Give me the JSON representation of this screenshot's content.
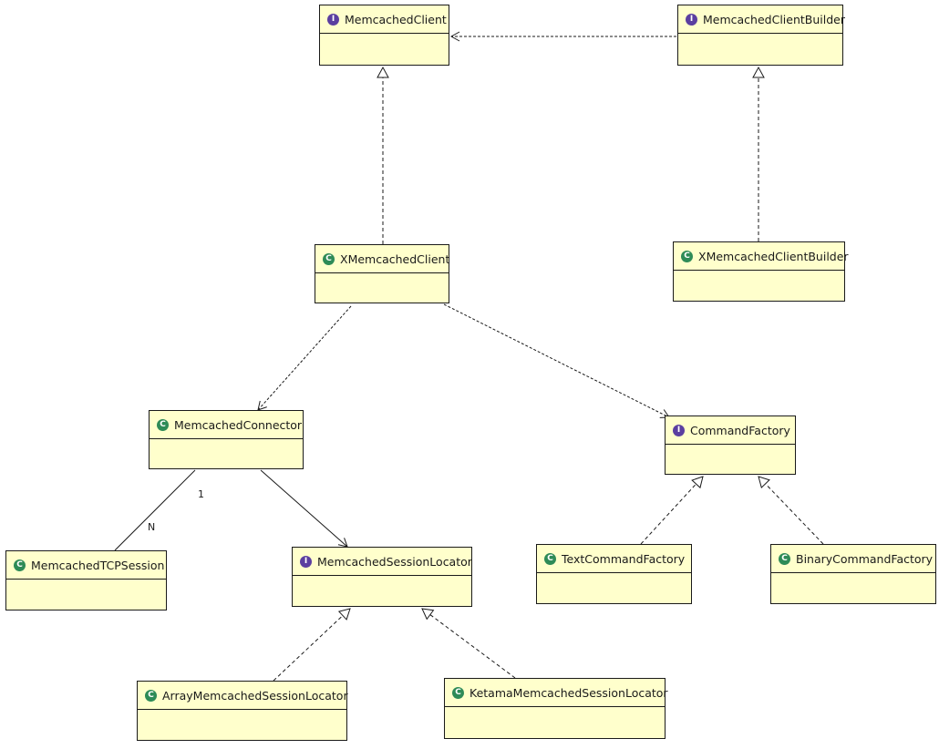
{
  "badges": {
    "interface": "I",
    "class": "C"
  },
  "colors": {
    "box_fill": "#ffffcc",
    "interface_badge": "#5b3fa0",
    "class_badge": "#2e8b57"
  },
  "classes": [
    {
      "id": "MemcachedClient",
      "name": "MemcachedClient",
      "kind": "interface"
    },
    {
      "id": "MemcachedClientBuilder",
      "name": "MemcachedClientBuilder",
      "kind": "interface"
    },
    {
      "id": "XMemcachedClient",
      "name": "XMemcachedClient",
      "kind": "class"
    },
    {
      "id": "XMemcachedClientBuilder",
      "name": "XMemcachedClientBuilder",
      "kind": "class"
    },
    {
      "id": "MemcachedConnector",
      "name": "MemcachedConnector",
      "kind": "class"
    },
    {
      "id": "CommandFactory",
      "name": "CommandFactory",
      "kind": "interface"
    },
    {
      "id": "MemcachedTCPSession",
      "name": "MemcachedTCPSession",
      "kind": "class"
    },
    {
      "id": "MemcachedSessionLocator",
      "name": "MemcachedSessionLocator",
      "kind": "interface"
    },
    {
      "id": "TextCommandFactory",
      "name": "TextCommandFactory",
      "kind": "class"
    },
    {
      "id": "BinaryCommandFactory",
      "name": "BinaryCommandFactory",
      "kind": "class"
    },
    {
      "id": "ArrayMemcachedSessionLocator",
      "name": "ArrayMemcachedSessionLocator",
      "kind": "class"
    },
    {
      "id": "KetamaMemcachedSessionLocator",
      "name": "KetamaMemcachedSessionLocator",
      "kind": "class"
    }
  ],
  "relations": [
    {
      "from": "MemcachedClientBuilder",
      "to": "MemcachedClient",
      "type": "dependency"
    },
    {
      "from": "XMemcachedClient",
      "to": "MemcachedClient",
      "type": "realization"
    },
    {
      "from": "XMemcachedClientBuilder",
      "to": "MemcachedClientBuilder",
      "type": "realization"
    },
    {
      "from": "XMemcachedClient",
      "to": "MemcachedConnector",
      "type": "dependency"
    },
    {
      "from": "XMemcachedClient",
      "to": "CommandFactory",
      "type": "dependency"
    },
    {
      "from": "MemcachedConnector",
      "to": "MemcachedTCPSession",
      "type": "association",
      "source_multiplicity": "1",
      "target_multiplicity": "N"
    },
    {
      "from": "MemcachedConnector",
      "to": "MemcachedSessionLocator",
      "type": "navigable-association"
    },
    {
      "from": "TextCommandFactory",
      "to": "CommandFactory",
      "type": "realization"
    },
    {
      "from": "BinaryCommandFactory",
      "to": "CommandFactory",
      "type": "realization"
    },
    {
      "from": "ArrayMemcachedSessionLocator",
      "to": "MemcachedSessionLocator",
      "type": "realization"
    },
    {
      "from": "KetamaMemcachedSessionLocator",
      "to": "MemcachedSessionLocator",
      "type": "realization"
    }
  ]
}
